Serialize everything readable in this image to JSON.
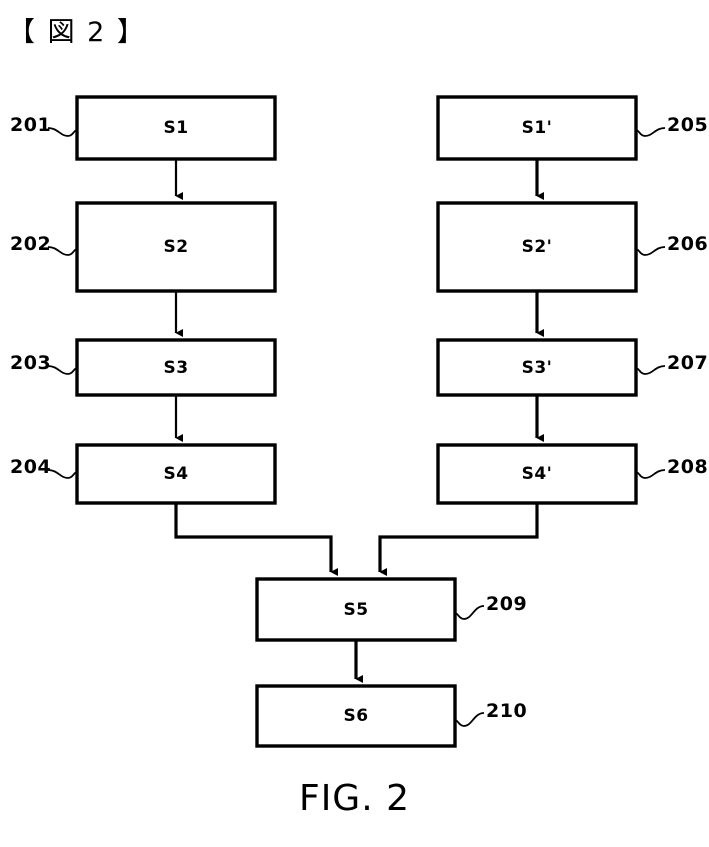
{
  "header": {
    "bracket_title": "【 図 2 】"
  },
  "caption": {
    "text": "FIG. 2"
  },
  "diagram": {
    "type": "flowchart",
    "colors": {
      "stroke": "#000000",
      "background": "#ffffff",
      "text": "#000000"
    },
    "left_branch": [
      {
        "id": "s1",
        "label": "S1",
        "ref": "201",
        "ref_side": "left"
      },
      {
        "id": "s2",
        "label": "S2",
        "ref": "202",
        "ref_side": "left"
      },
      {
        "id": "s3",
        "label": "S3",
        "ref": "203",
        "ref_side": "left"
      },
      {
        "id": "s4",
        "label": "S4",
        "ref": "204",
        "ref_side": "left"
      }
    ],
    "right_branch": [
      {
        "id": "s1p",
        "label": "S1'",
        "ref": "205",
        "ref_side": "right"
      },
      {
        "id": "s2p",
        "label": "S2'",
        "ref": "206",
        "ref_side": "right"
      },
      {
        "id": "s3p",
        "label": "S3'",
        "ref": "207",
        "ref_side": "right"
      },
      {
        "id": "s4p",
        "label": "S4'",
        "ref": "208",
        "ref_side": "right"
      }
    ],
    "merge_branch": [
      {
        "id": "s5",
        "label": "S5",
        "ref": "209",
        "ref_side": "right"
      },
      {
        "id": "s6",
        "label": "S6",
        "ref": "210",
        "ref_side": "right"
      }
    ],
    "connections": [
      {
        "from": "s1",
        "to": "s2",
        "kind": "arrow-down"
      },
      {
        "from": "s2",
        "to": "s3",
        "kind": "arrow-down"
      },
      {
        "from": "s3",
        "to": "s4",
        "kind": "arrow-down"
      },
      {
        "from": "s1p",
        "to": "s2p",
        "kind": "arrow-down"
      },
      {
        "from": "s2p",
        "to": "s3p",
        "kind": "arrow-down"
      },
      {
        "from": "s3p",
        "to": "s4p",
        "kind": "arrow-down"
      },
      {
        "from": "s4",
        "to": "s5",
        "kind": "elbow-right-then-down"
      },
      {
        "from": "s4p",
        "to": "s5",
        "kind": "elbow-left-then-down"
      },
      {
        "from": "s5",
        "to": "s6",
        "kind": "arrow-down"
      }
    ]
  }
}
